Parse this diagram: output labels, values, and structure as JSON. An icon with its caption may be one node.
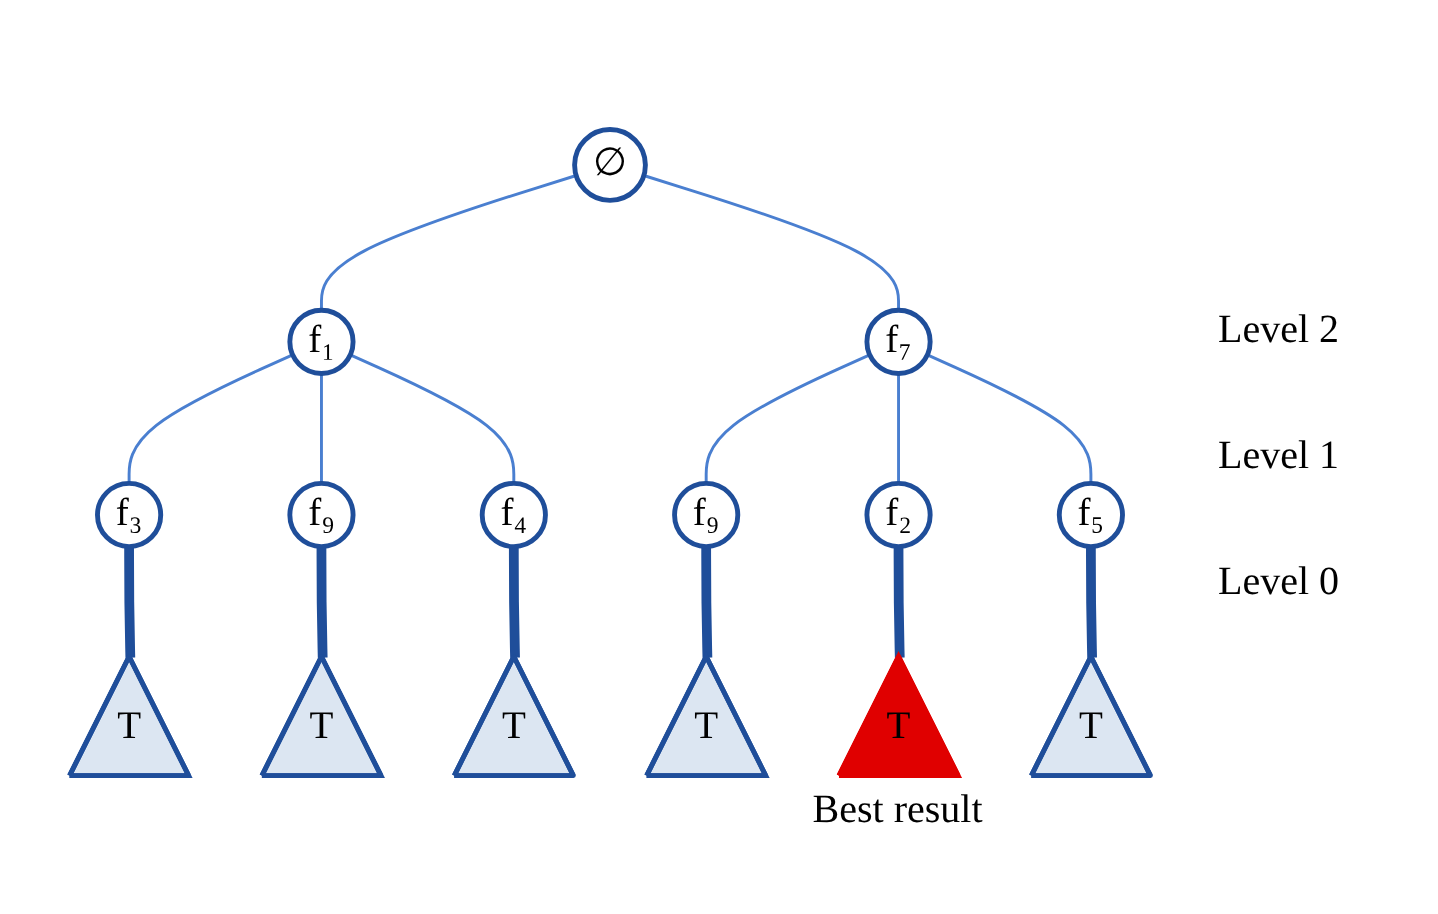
{
  "diagram": {
    "nodes": [
      {
        "text": [
          "∅"
        ]
      },
      {
        "text": [
          "f₁"
        ]
      },
      {
        "text": [
          "f₇"
        ]
      },
      {
        "text": [
          "f₃"
        ]
      },
      {
        "text": [
          "f₉"
        ]
      },
      {
        "text": [
          "f₄"
        ]
      },
      {
        "text": [
          "f₉"
        ]
      },
      {
        "text": [
          "f₂"
        ]
      },
      {
        "text": [
          "f₅"
        ]
      },
      {
        "text": [
          "T"
        ]
      },
      {
        "text": [
          "T"
        ]
      },
      {
        "text": [
          "T"
        ]
      },
      {
        "text": [
          "T"
        ]
      },
      {
        "text": [
          "T"
        ],
        "beside": [
          "Best result"
        ]
      },
      {
        "text": [
          "T"
        ]
      }
    ],
    "edges": [
      {
        "from": 0,
        "to": 1,
        "arrow": "none"
      },
      {
        "from": 0,
        "to": 2,
        "arrow": "none"
      },
      {
        "from": 1,
        "to": 3,
        "arrow": "none"
      },
      {
        "from": 1,
        "to": 4,
        "arrow": "none"
      },
      {
        "from": 1,
        "to": 5,
        "arrow": "none"
      },
      {
        "from": 2,
        "to": 6,
        "arrow": "none"
      },
      {
        "from": 2,
        "to": 7,
        "arrow": "none"
      },
      {
        "from": 2,
        "to": 8,
        "arrow": "none"
      },
      {
        "from": 3,
        "to": 9,
        "arrow": "none",
        "style": "thick",
        "color": "#1f4e9a"
      },
      {
        "from": 4,
        "to": 10,
        "arrow": "none",
        "style": "thick",
        "color": "#1f4e9a"
      },
      {
        "from": 5,
        "to": 11,
        "arrow": "none",
        "style": "thick",
        "color": "#1f4e9a"
      },
      {
        "from": 6,
        "to": 12,
        "arrow": "none",
        "style": "thick",
        "color": "#1f4e9a"
      },
      {
        "from": 7,
        "to": 13,
        "arrow": "none",
        "style": "thick",
        "color": "#1f4e9a"
      },
      {
        "from": 8,
        "to": 14,
        "arrow": "none",
        "style": "thick",
        "color": "#1f4e9a"
      }
    ],
    "labels": [
      "Level 2",
      "Level 1",
      "Level 0"
    ]
  }
}
